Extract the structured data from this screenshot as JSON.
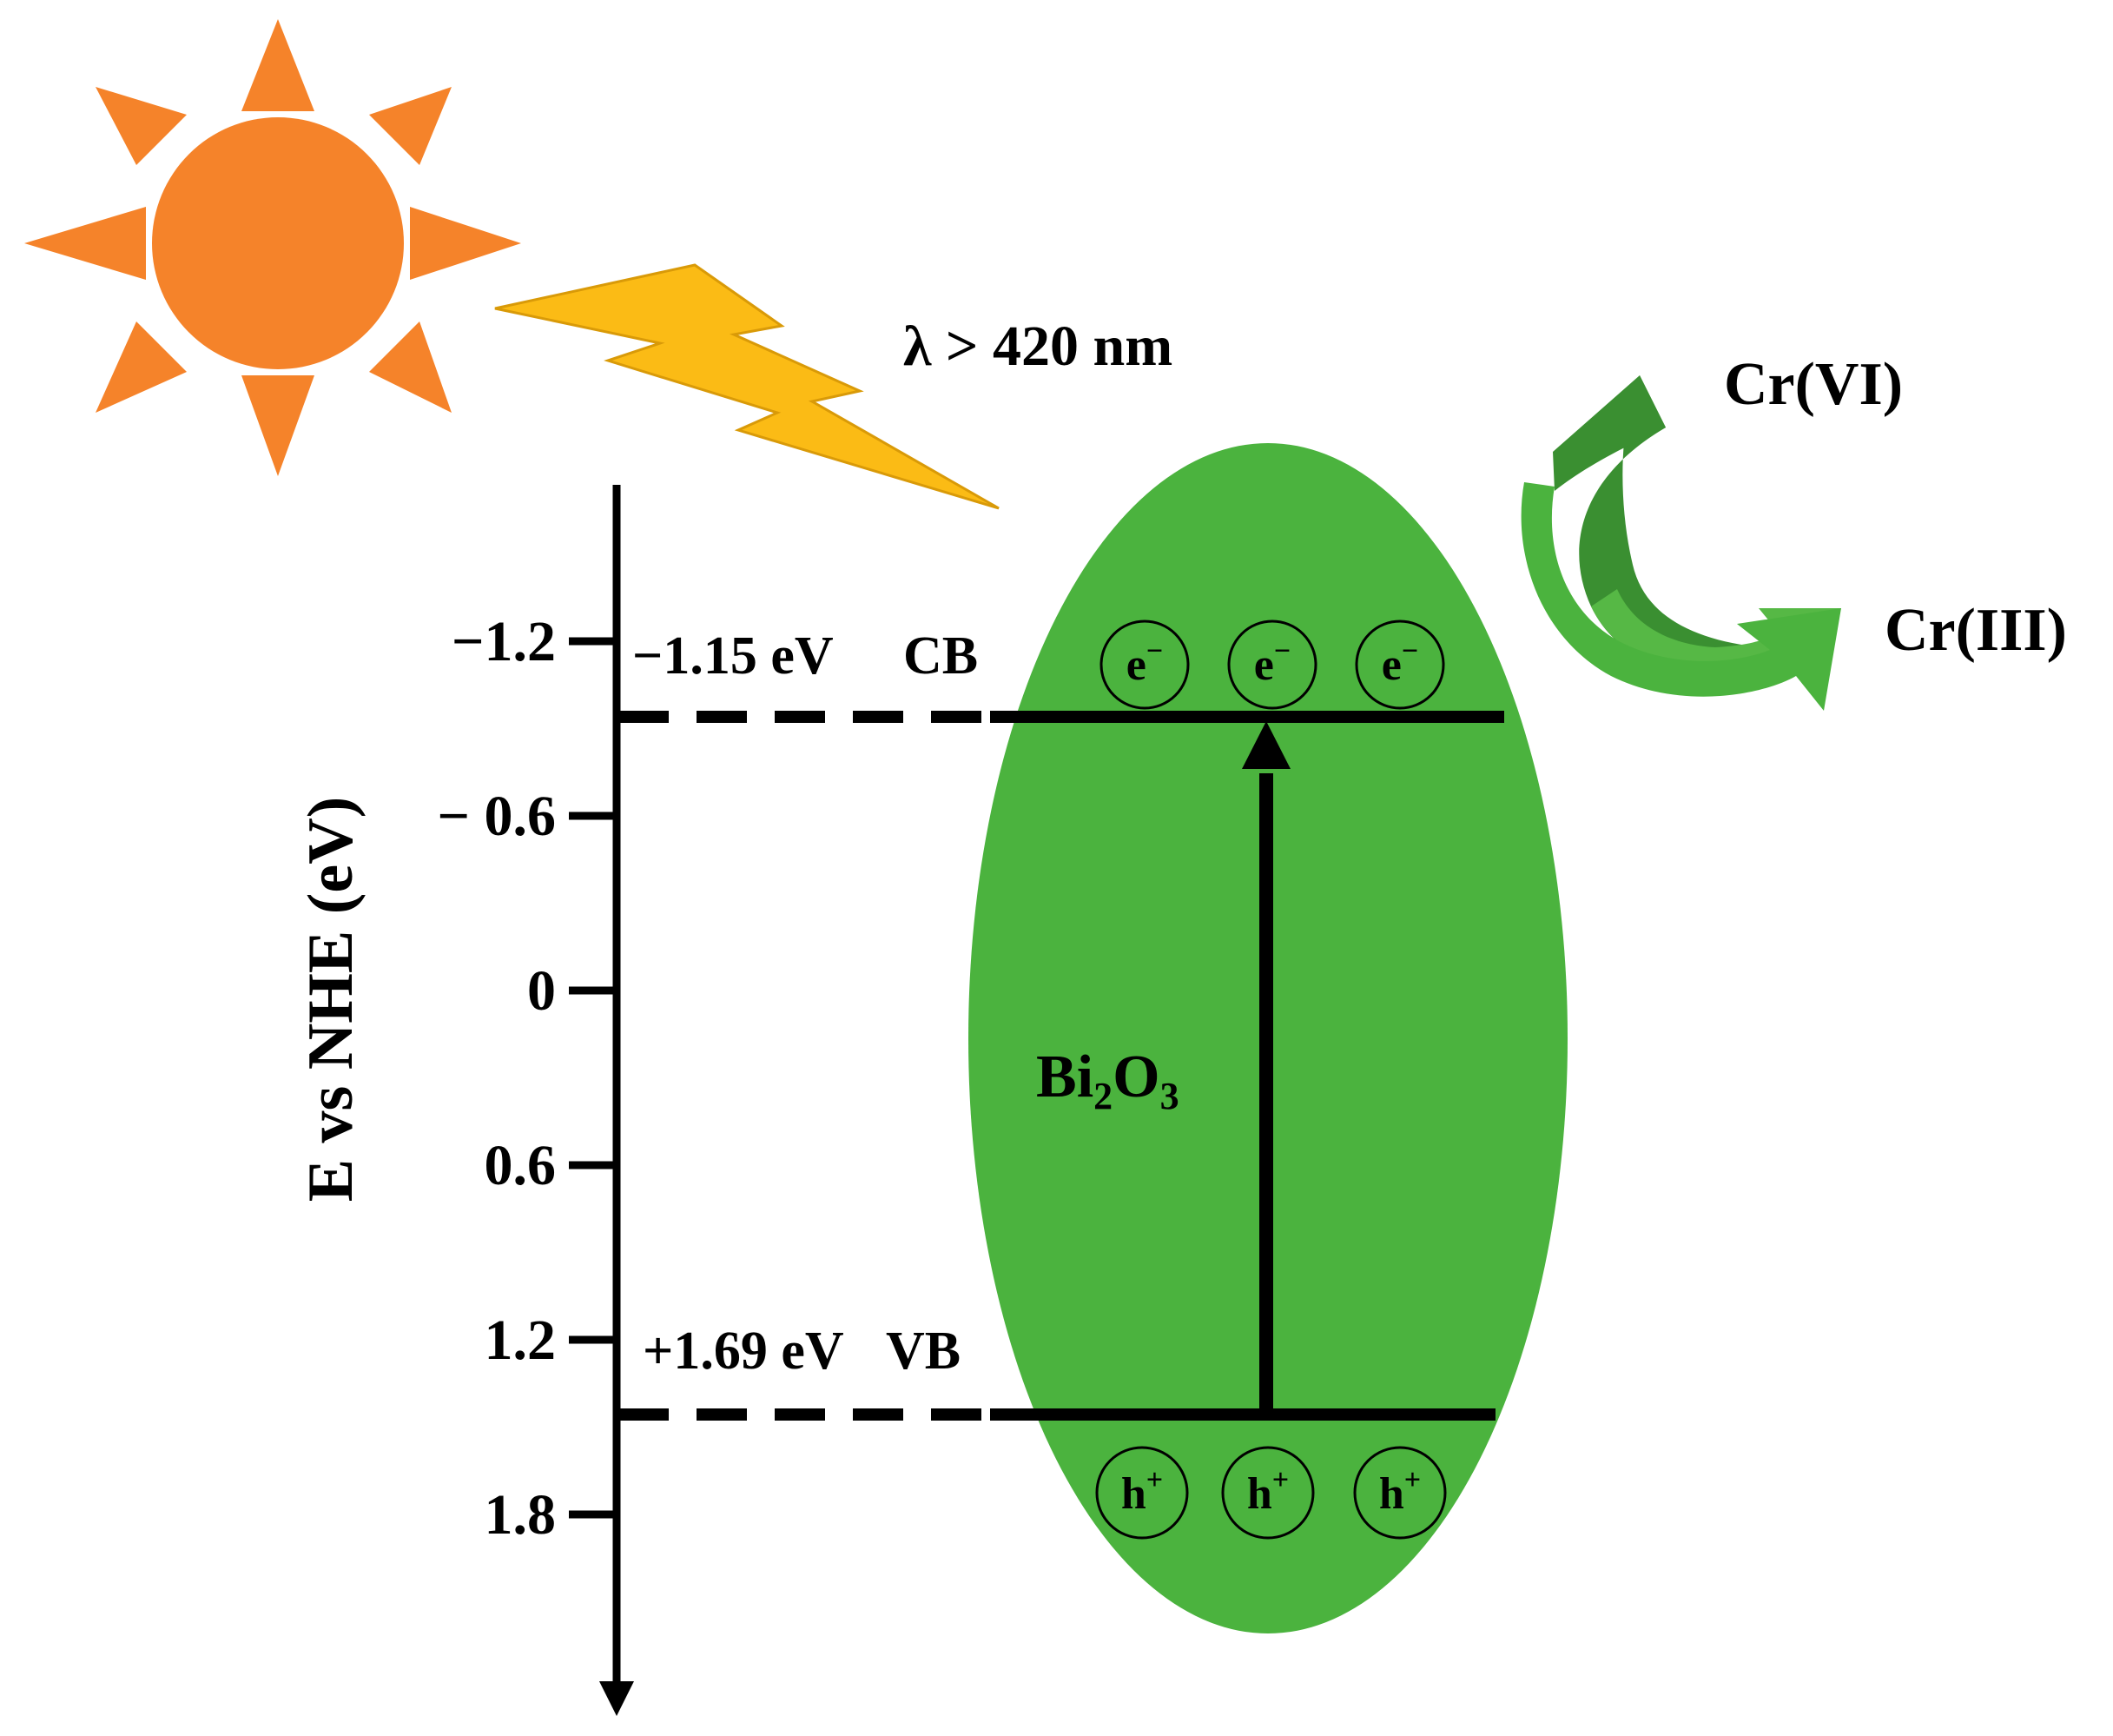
{
  "axis": {
    "title": "E vs NHE (eV)",
    "ticks": [
      {
        "label": "−1.2",
        "value": -1.2
      },
      {
        "label": "− 0.6",
        "value": -0.6
      },
      {
        "label": "0",
        "value": 0
      },
      {
        "label": "0.6",
        "value": 0.6
      },
      {
        "label": "1.2",
        "value": 1.2
      },
      {
        "label": "1.8",
        "value": 1.8
      }
    ]
  },
  "light": {
    "label": "λ > 420 nm"
  },
  "bands": {
    "cb": {
      "energy_label": "−1.15 eV",
      "name": "CB",
      "value": -1.15
    },
    "vb": {
      "energy_label": "+1.69 eV",
      "name": "VB",
      "value": 1.69
    }
  },
  "material": {
    "base": "Bi",
    "sub1": "2",
    "mid": "O",
    "sub2": "3"
  },
  "carriers": {
    "electron": {
      "base": "e",
      "sup": "−"
    },
    "hole": {
      "base": "h",
      "sup": "+"
    }
  },
  "reaction": {
    "from": "Cr(VI)",
    "to": "Cr(III)"
  },
  "colors": {
    "sun": "#f5832a",
    "lightning": "#fbbb15",
    "particle": "#4bb33e",
    "arrow_dark": "#3a8f31",
    "arrow_light": "#56b845",
    "ink": "#000000"
  }
}
